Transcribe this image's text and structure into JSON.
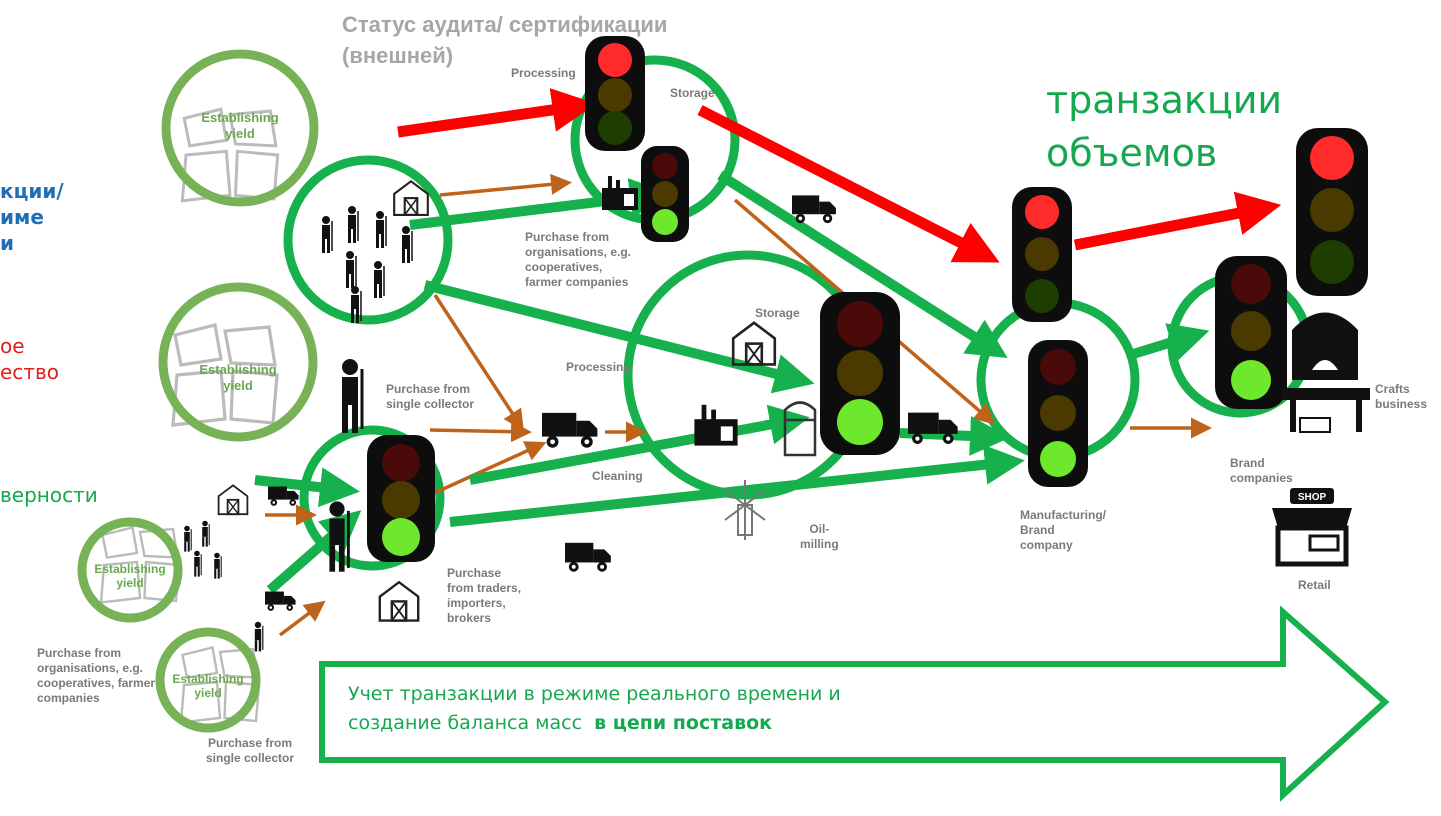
{
  "header": {
    "status_title": "Статус аудита/ сертификации\n(внешней)",
    "volumes_title": "транзакции\nобъемов"
  },
  "left_cut": {
    "blue": "кции/\nиме\nи",
    "red": "ое\nество",
    "green": "верности"
  },
  "nodes": {
    "establishing_yield": "Establishing\nyield",
    "processing_top": "Processing",
    "storage_top": "Storage",
    "purchase_orgs_top": "Purchase from\norganisations, e.g.\ncooperatives,\nfarmer companies",
    "purchase_single_top": "Purchase from\nsingle collector",
    "storage_mid": "Storage",
    "processing_mid": "Processing",
    "cleaning": "Cleaning",
    "oil_milling": "Oil-\nmilling",
    "purchase_traders": "Purchase\nfrom traders,\nimporters,\nbrokers",
    "manufacturing": "Manufacturing/\nBrand\ncompany",
    "brand_companies": "Brand\ncompanies",
    "crafts_business": "Crafts\nbusiness",
    "retail": "Retail",
    "purchase_orgs_bottom": "Purchase from\norganisations, e.g.\ncooperatives, farmer\ncompanies",
    "purchase_single_bottom": "Purchase from\nsingle collector"
  },
  "footer": {
    "text_line1": "Учет транзакции в режиме реального времени и",
    "text_line2_plain": "создание баланса масс",
    "text_line2_bold": "в цепи поставок"
  },
  "icons": {
    "shop_sign": "SHOP"
  },
  "colors": {
    "green_circle": "#77b257",
    "green_arrow": "#16b04c",
    "red_arrow": "#ff0000",
    "brown_arrow": "#c0631a",
    "gray_text": "#7a7a7a",
    "light_title": "#a6a6a6",
    "blue_text": "#1f6fb8",
    "red_text": "#e02020",
    "green_text": "#16a850"
  }
}
